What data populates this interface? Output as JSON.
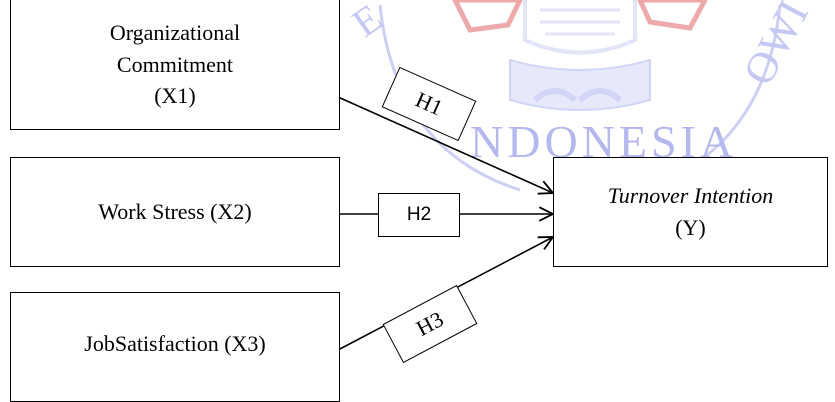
{
  "watermark": {
    "color": "#b4b8ee",
    "accent_color": "#e89a9a",
    "text": "NDONESIA",
    "left_fragment": "E",
    "right_fragment": "OWI"
  },
  "variables": [
    {
      "id": "x1",
      "lines": [
        "Organizational",
        "Commitment",
        "(X1)"
      ]
    },
    {
      "id": "x2",
      "lines": [
        "Work Stress (X2)"
      ]
    },
    {
      "id": "x3",
      "lines": [
        "JobSatisfaction (X3)"
      ]
    }
  ],
  "dependent": {
    "name": "Turnover Intention",
    "code": "(Y)"
  },
  "hypotheses": [
    {
      "id": "h1",
      "label": "H1"
    },
    {
      "id": "h2",
      "label": "H2"
    },
    {
      "id": "h3",
      "label": "H3"
    }
  ]
}
